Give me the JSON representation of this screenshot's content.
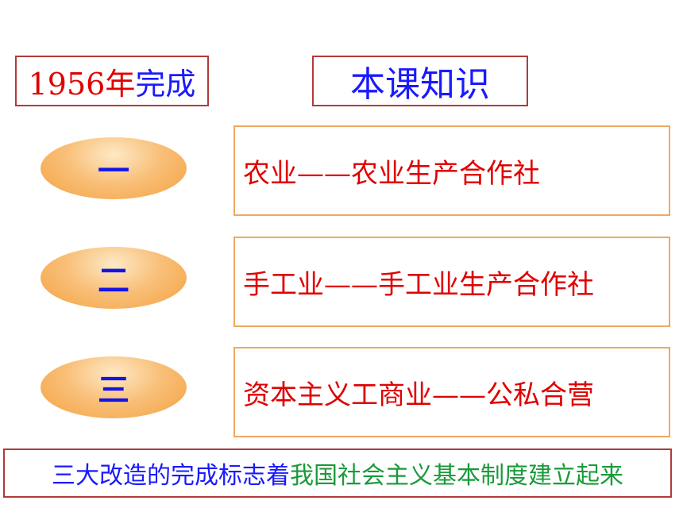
{
  "header": {
    "year_number": "1956年",
    "year_text": "完成",
    "title": "本课知识"
  },
  "items": [
    {
      "marker": "一",
      "text": "农业——农业生产合作社"
    },
    {
      "marker": "二",
      "text": "手工业——手工业生产合作社"
    },
    {
      "marker": "三",
      "text": "资本主义工商业——公私合营"
    }
  ],
  "summary": {
    "part1": "三大改造的完成标志着",
    "part2": "我国社会主义基本制度建立起来"
  },
  "colors": {
    "red": "#e00000",
    "blue": "#1a1aff",
    "green": "#1a9a3a",
    "orange_border": "#f0a860",
    "frame_border": "#b23a3a"
  }
}
